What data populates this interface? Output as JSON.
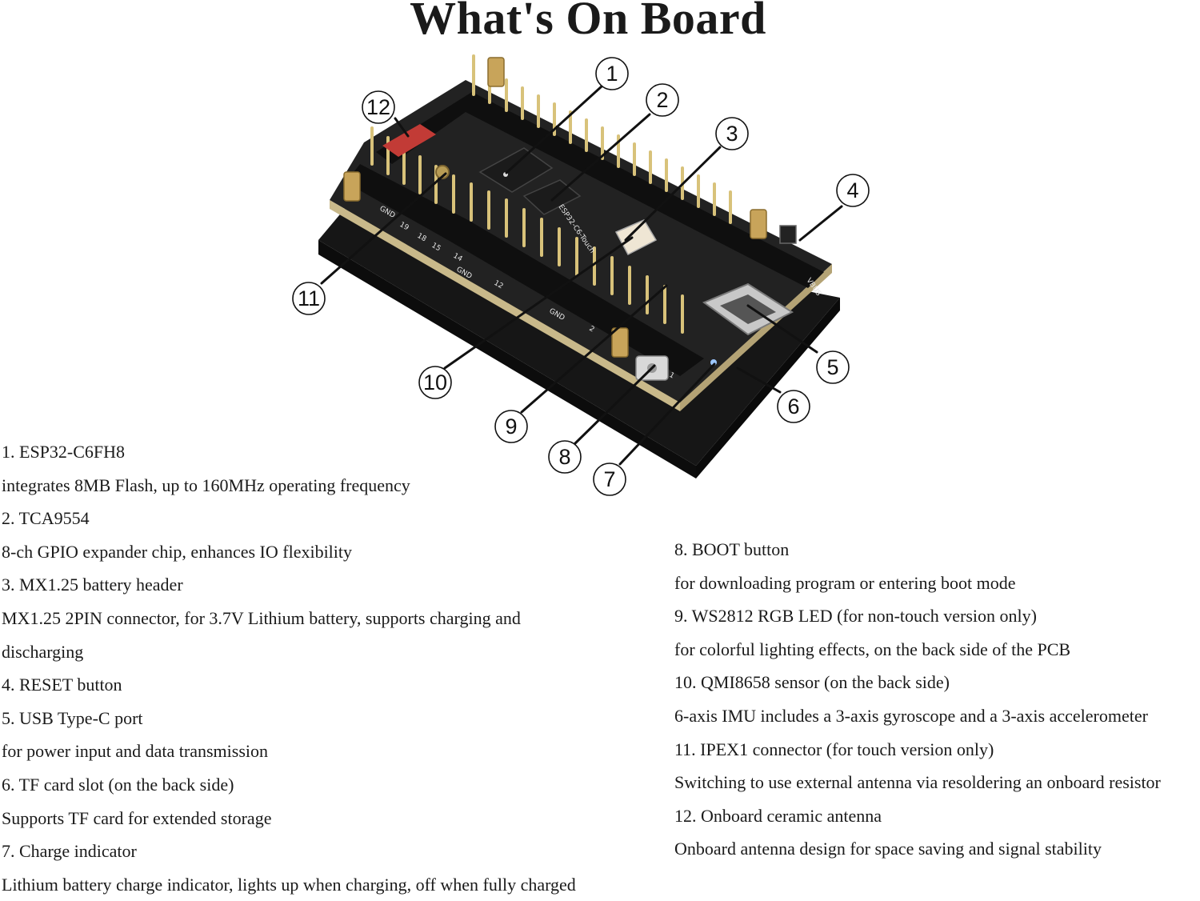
{
  "title": "What's On Board",
  "callouts": [
    "1",
    "2",
    "3",
    "4",
    "5",
    "6",
    "7",
    "8",
    "9",
    "10",
    "11",
    "12"
  ],
  "board": {
    "silkscreen_model": "ESP32-C6-Touch",
    "pin_labels": [
      "GND",
      "19",
      "18",
      "15",
      "14",
      "GND",
      "12",
      "GND",
      "2",
      "1",
      "VBUS"
    ]
  },
  "items_left": [
    {
      "title": "1. ESP32-C6FH8",
      "desc": "integrates 8MB Flash, up to 160MHz operating frequency"
    },
    {
      "title": "2. TCA9554",
      "desc": "8-ch GPIO expander chip, enhances IO flexibility"
    },
    {
      "title": "3. MX1.25 battery header",
      "desc": "MX1.25 2PIN connector, for 3.7V Lithium battery, supports charging and discharging"
    },
    {
      "title": "4. RESET button",
      "desc": ""
    },
    {
      "title": "5. USB Type-C port",
      "desc": "for power input and data transmission"
    },
    {
      "title": "6. TF card slot (on the back side)",
      "desc": "Supports TF card for extended storage"
    },
    {
      "title": "7. Charge indicator",
      "desc": "Lithium battery charge indicator, lights up when charging, off when fully charged"
    }
  ],
  "items_right": [
    {
      "title": "8. BOOT button",
      "desc": "for downloading program or entering boot mode"
    },
    {
      "title": "9. WS2812 RGB LED (for non-touch version only)",
      "desc": "for colorful lighting effects, on the back side of the PCB"
    },
    {
      "title": "10. QMI8658 sensor (on the back side)",
      "desc": "6-axis IMU includes a 3-axis gyroscope and a 3-axis accelerometer"
    },
    {
      "title": "11. IPEX1 connector (for touch version only)",
      "desc": "Switching to use external antenna via resoldering an onboard resistor"
    },
    {
      "title": "12. Onboard ceramic antenna",
      "desc": "Onboard antenna design for space saving and signal stability"
    }
  ]
}
